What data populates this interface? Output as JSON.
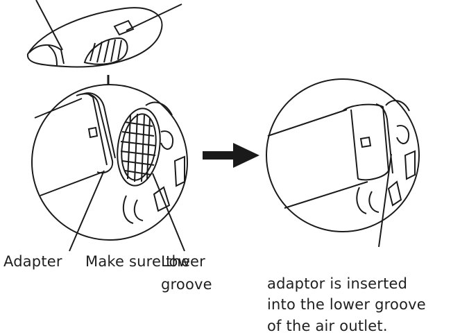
{
  "labels": {
    "adapter": "Adapter",
    "make_sure": "Make sure the",
    "lower": "Lower",
    "groove": "groove",
    "instruction_line1": "adaptor is inserted",
    "instruction_line2": "into the lower groove",
    "instruction_line3": "of the air outlet."
  },
  "colors": {
    "line": "#1a1a1a",
    "text": "#1f1f1f",
    "background": "#ffffff"
  },
  "icons": {
    "down_arrow": "arrow-down-icon",
    "right_arrow": "arrow-right-icon"
  }
}
